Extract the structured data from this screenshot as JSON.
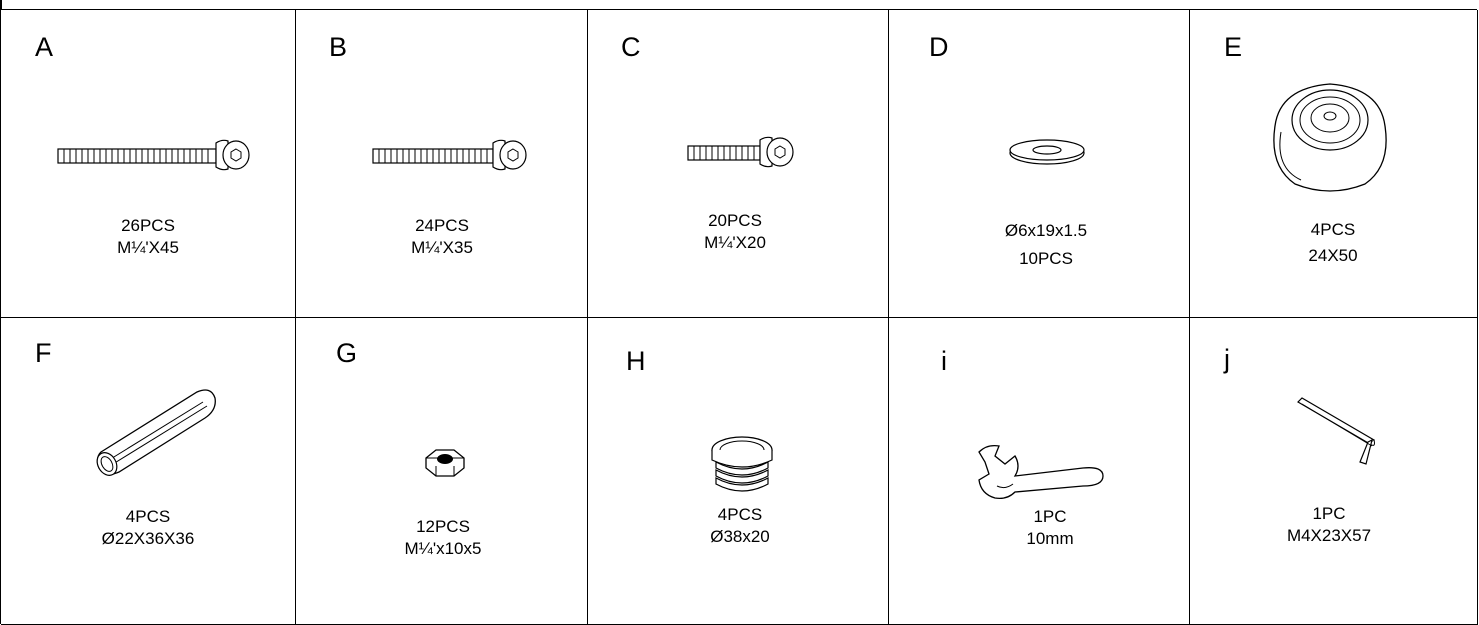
{
  "parts": [
    {
      "letter": "A",
      "line1": "26PCS",
      "line2": "M¼'X45",
      "icon": "long-bolt-icon"
    },
    {
      "letter": "B",
      "line1": "24PCS",
      "line2": "M¼'X35",
      "icon": "medium-bolt-icon"
    },
    {
      "letter": "C",
      "line1": "20PCS",
      "line2": "M¼'X20",
      "icon": "short-bolt-icon"
    },
    {
      "letter": "D",
      "line1": "Ø6x19x1.5",
      "line2": "10PCS",
      "icon": "washer-icon"
    },
    {
      "letter": "E",
      "line1": "4PCS",
      "line2": "24X50",
      "icon": "wheel-icon"
    },
    {
      "letter": "F",
      "line1": "4PCS",
      "line2": "Ø22X36X36",
      "icon": "sleeve-icon"
    },
    {
      "letter": "G",
      "line1": "12PCS",
      "line2": "M¼'x10x5",
      "icon": "hex-nut-icon"
    },
    {
      "letter": "H",
      "line1": "4PCS",
      "line2": "Ø38x20",
      "icon": "end-cap-icon"
    },
    {
      "letter": "i",
      "line1": "1PC",
      "line2": "10mm",
      "icon": "wrench-icon"
    },
    {
      "letter": "j",
      "line1": "1PC",
      "line2": "M4X23X57",
      "icon": "allen-key-icon"
    }
  ]
}
